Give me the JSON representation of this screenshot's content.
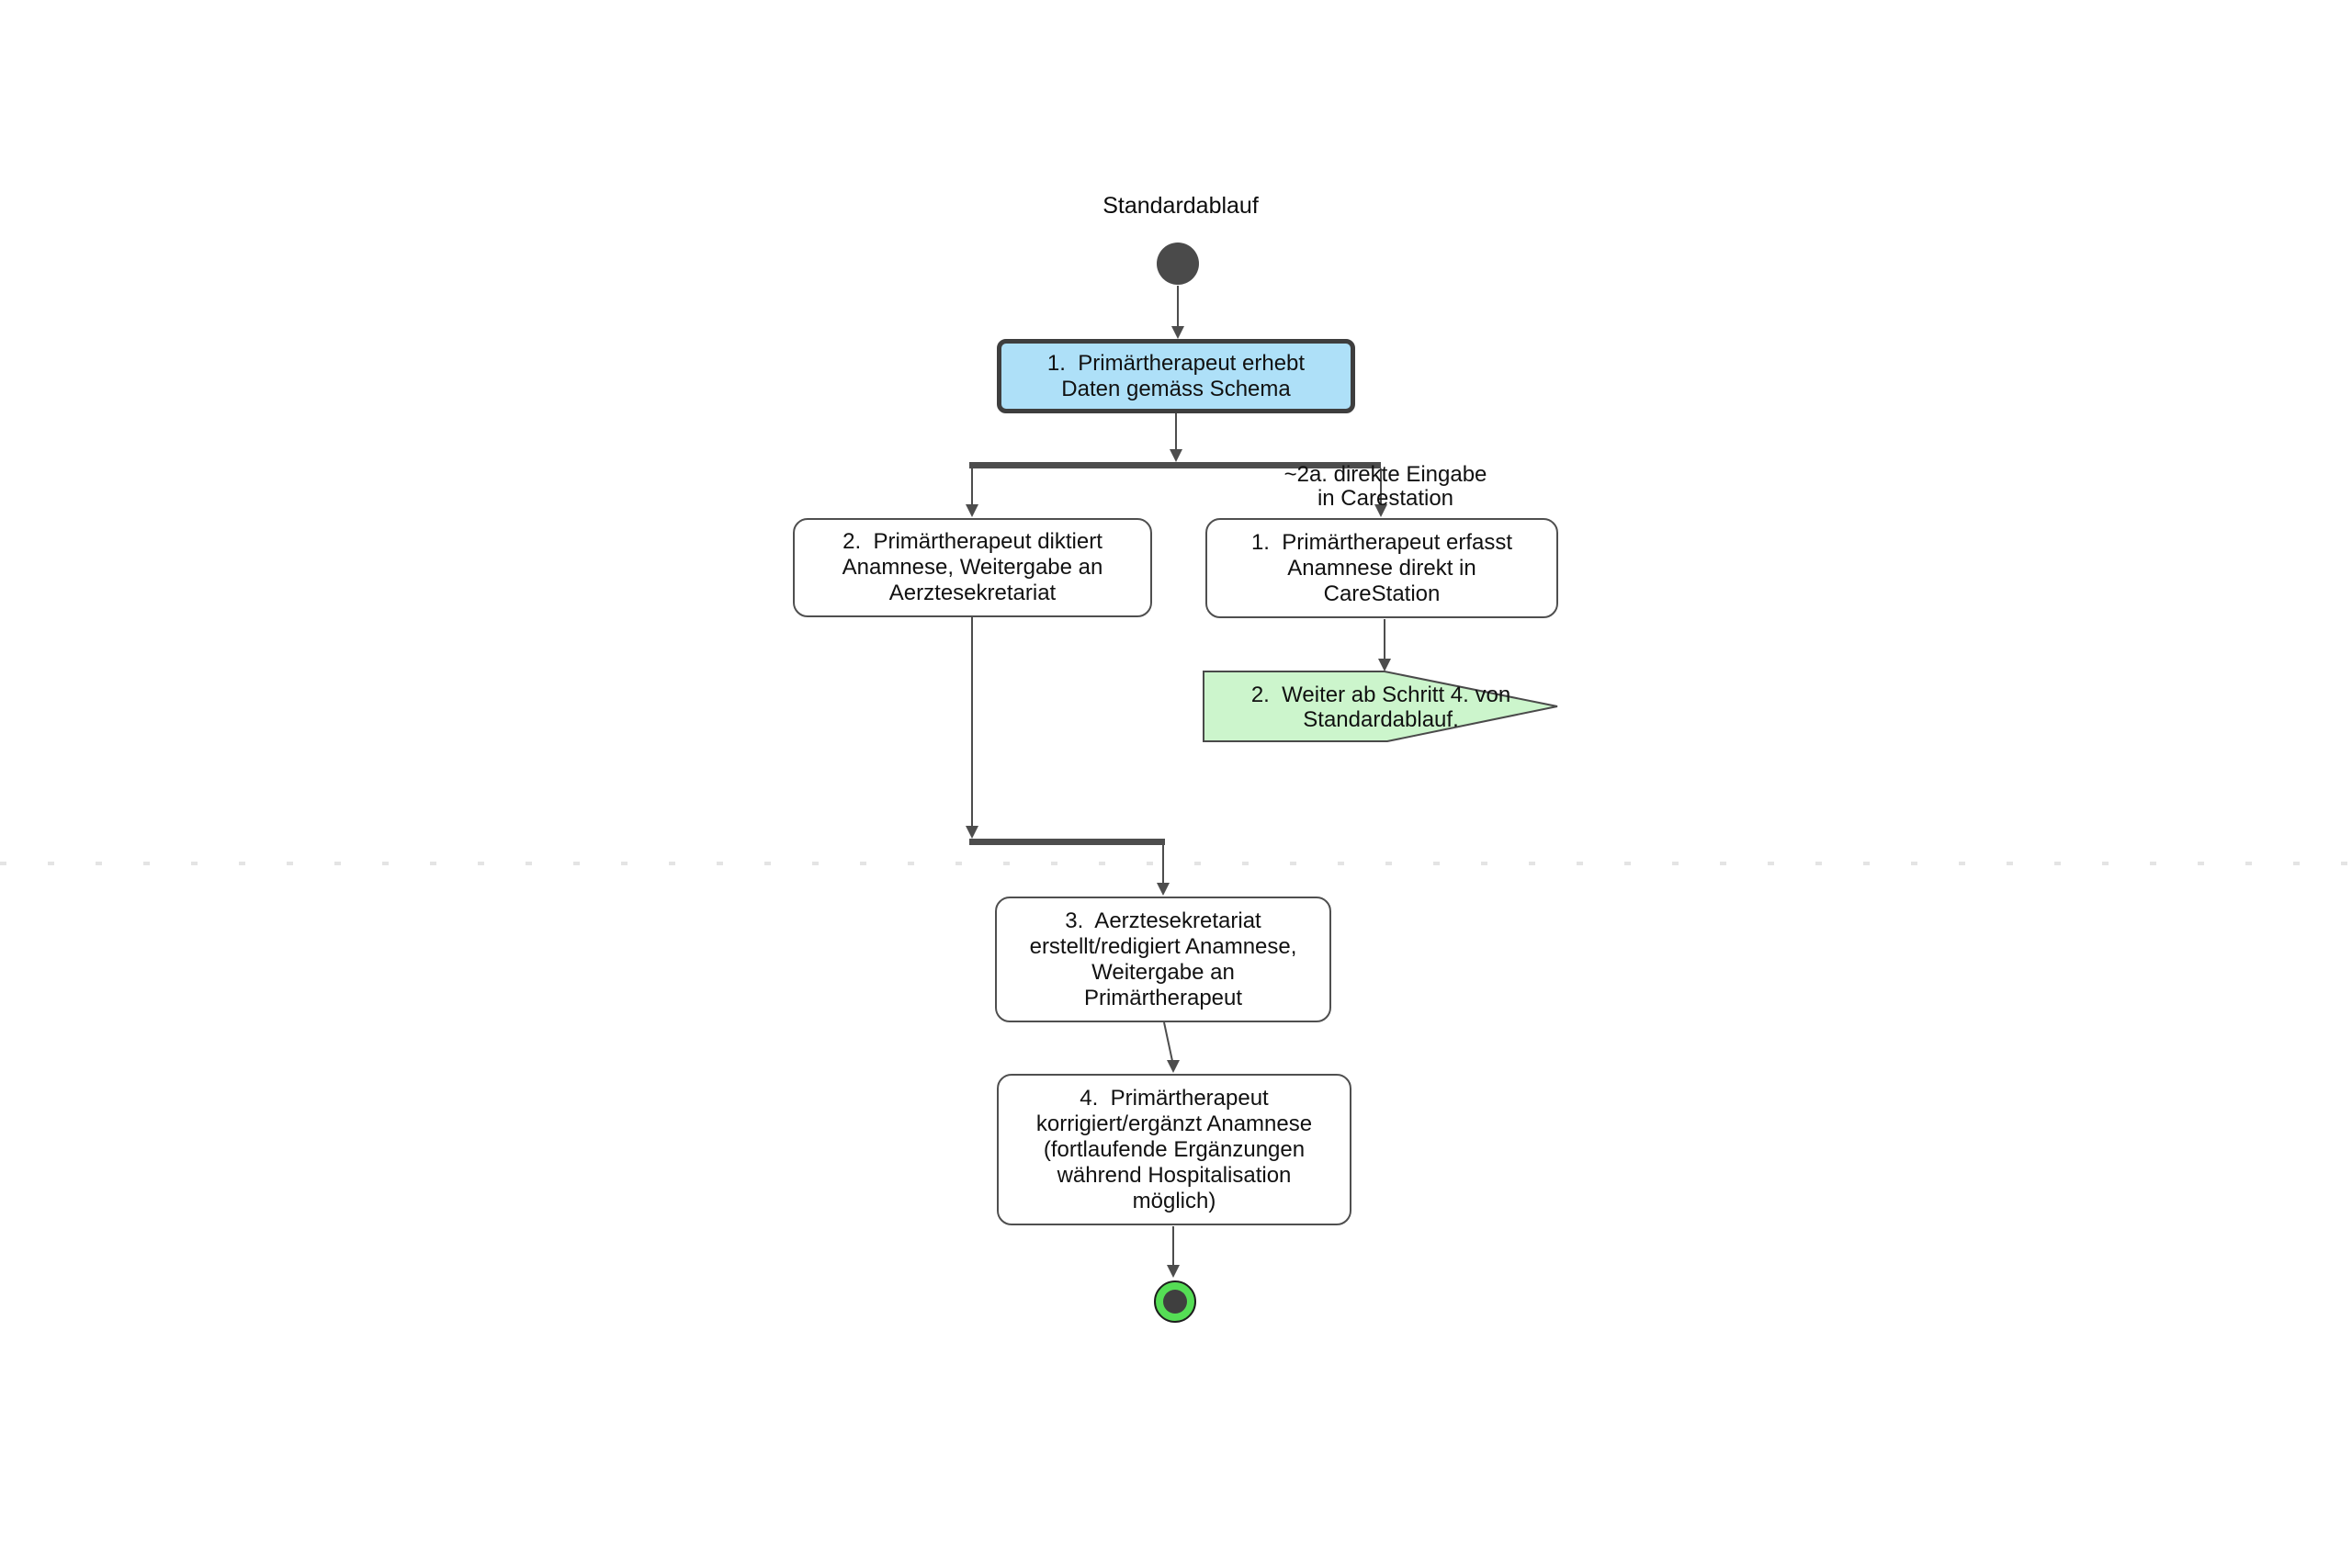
{
  "title": "Standardablauf",
  "nodes": {
    "step1": {
      "label_lines": [
        "1.  Primärtherapeut erhebt",
        "Daten gemäss Schema"
      ],
      "fill": "#aee0f8"
    },
    "step2_dictate": {
      "label_lines": [
        "2.  Primärtherapeut diktiert",
        "Anamnese, Weitergabe an",
        "Aerztesekretariat"
      ],
      "fill": "#ffffff"
    },
    "step1_direct": {
      "label_lines": [
        "1.  Primärtherapeut erfasst",
        "Anamnese direkt in",
        "CareStation"
      ],
      "fill": "#ffffff"
    },
    "signal_continue": {
      "label_lines": [
        "2.  Weiter ab Schritt 4. von",
        "Standardablauf."
      ],
      "fill": "#ccf5cc"
    },
    "step3": {
      "label_lines": [
        "3.  Aerztesekretariat",
        "erstellt/redigiert Anamnese,",
        "Weitergabe an",
        "Primärtherapeut"
      ],
      "fill": "#ffffff"
    },
    "step4": {
      "label_lines": [
        "4.  Primärtherapeut",
        "korrigiert/ergänzt Anamnese",
        "(fortlaufende Ergänzungen",
        "während Hospitalisation",
        "möglich)"
      ],
      "fill": "#ffffff"
    }
  },
  "edge_labels": {
    "direct_entry": [
      "~2a. direkte Eingabe",
      "in Carestation"
    ]
  },
  "colors": {
    "connector": "#4d4d4d",
    "box_border": "#4f4f4f",
    "highlight_fill": "#aee0f8",
    "signal_fill": "#ccf5cc",
    "initial_node": "#4a4a4a",
    "final_node_ring": "#55dd55",
    "final_node_core": "#3f3f3f",
    "page_break_line": "#e4e4e4"
  }
}
